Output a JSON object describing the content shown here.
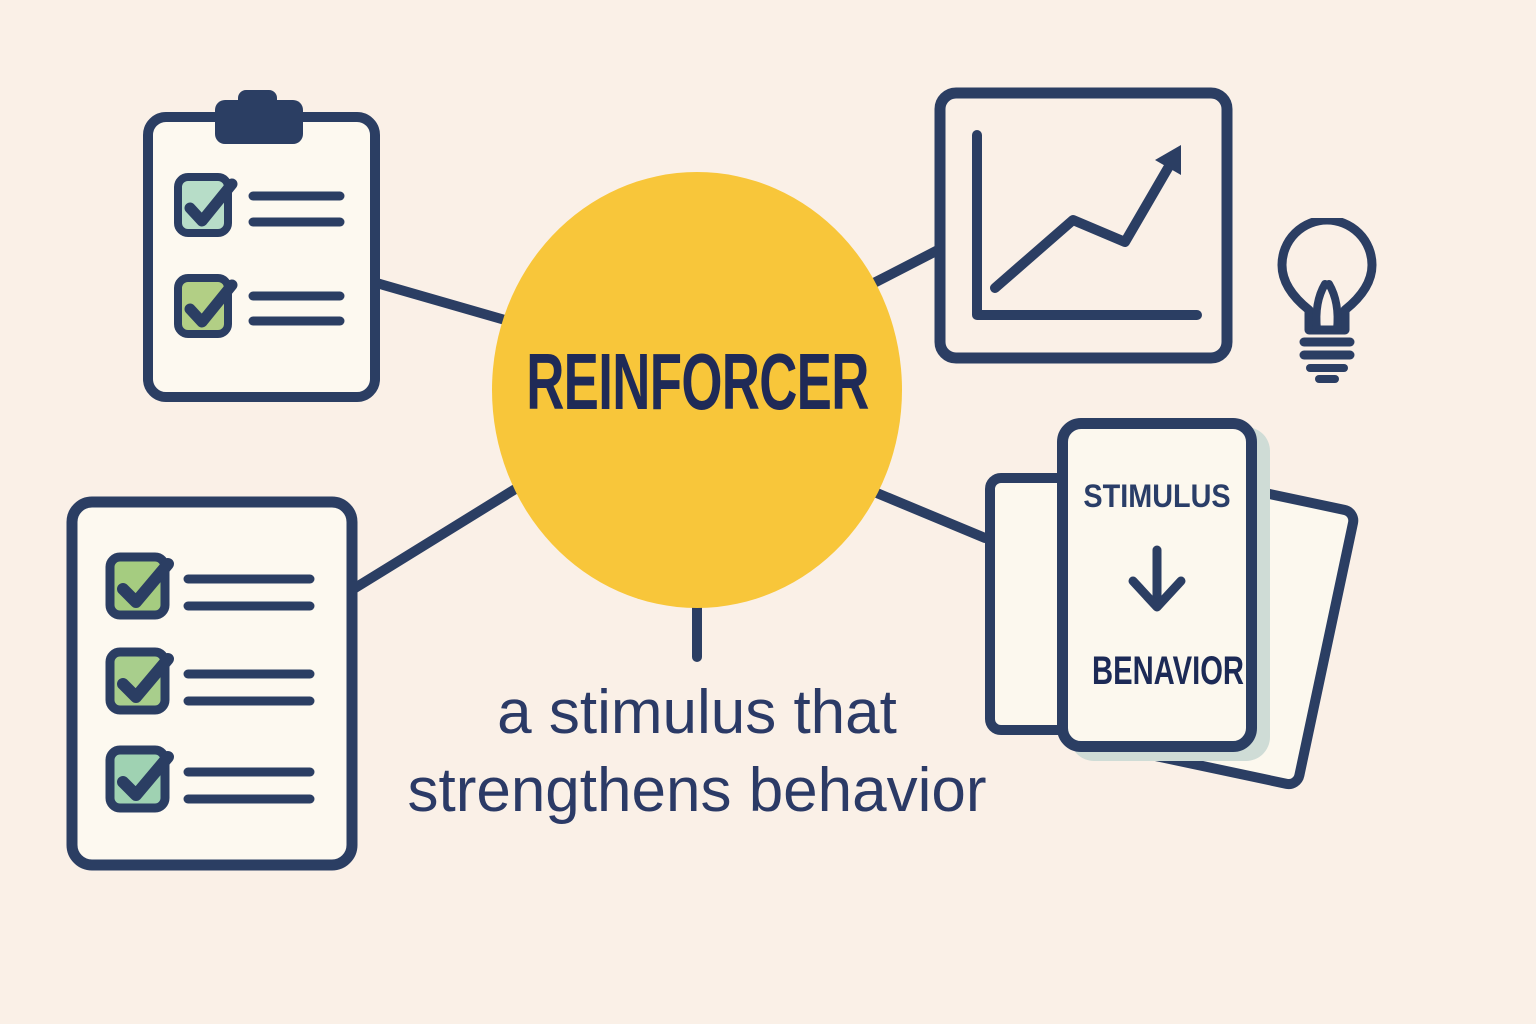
{
  "colors": {
    "background": "#FAF0E7",
    "accent_yellow": "#F8C63A",
    "outline_navy": "#2B3E63",
    "center_text_navy": "#1F2A57",
    "caption_navy": "#2B3A66",
    "panel_cream": "#FDF9F0",
    "checkbox_mint": "#B7DDC8",
    "checkbox_green": "#B2CF85",
    "checkbox_teal": "#9FD2B2",
    "card_shadow": "#CFDCD6"
  },
  "center_node": {
    "label": "REINFORCER"
  },
  "caption": {
    "line1": "a stimulus that",
    "line2": "strengthens behavior"
  },
  "cards": {
    "top_label": "STIMULUS",
    "bottom_label": "BENAVIOR",
    "arrow_icon": "arrow-down-icon"
  },
  "icons": {
    "top_left": "clipboard-checklist-icon",
    "bottom_left": "checklist-document-icon",
    "top_right": "growth-chart-icon",
    "right": "lightbulb-icon",
    "bottom_right": "stimulus-behavior-cards"
  },
  "connectors": [
    {
      "from": "center-node",
      "to": "clipboard-checklist-icon"
    },
    {
      "from": "center-node",
      "to": "growth-chart-icon"
    },
    {
      "from": "center-node",
      "to": "checklist-document-icon"
    },
    {
      "from": "center-node",
      "to": "stimulus-behavior-cards"
    },
    {
      "from": "center-node",
      "to": "caption"
    }
  ]
}
